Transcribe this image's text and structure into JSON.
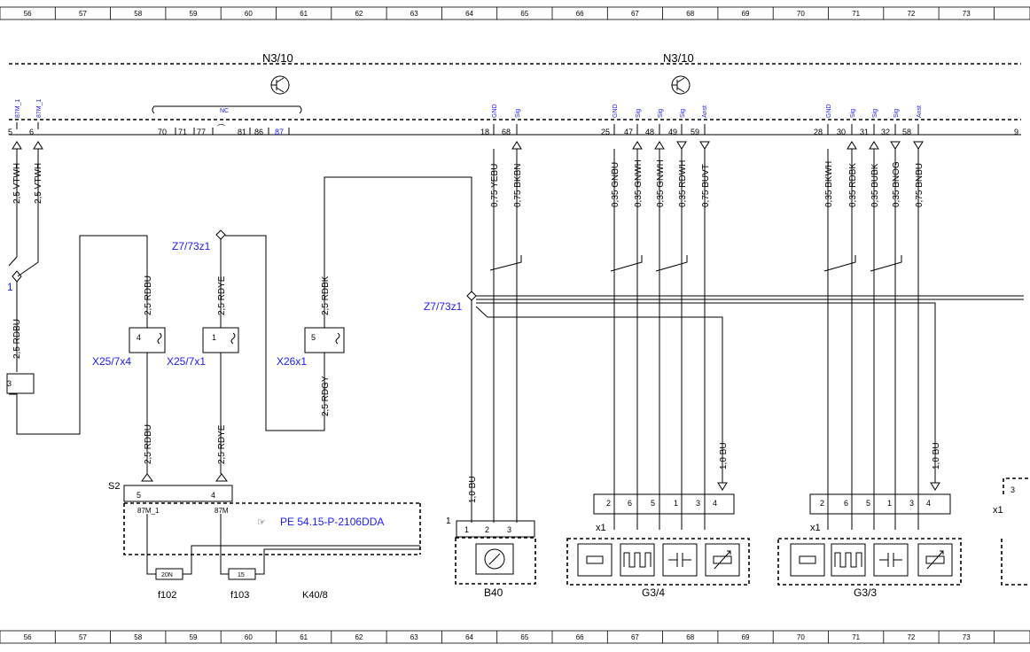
{
  "grid_columns": [
    "56",
    "57",
    "58",
    "59",
    "60",
    "61",
    "62",
    "63",
    "64",
    "65",
    "66",
    "67",
    "68",
    "69",
    "70",
    "71",
    "72",
    "73"
  ],
  "modules": {
    "left": "N3/10",
    "right": "N3/10"
  },
  "pins": {
    "p5": "5",
    "p6": "6",
    "p70": "70",
    "p71": "71",
    "p77": "77",
    "p81": "81",
    "p86": "86",
    "p87": "87",
    "p18": "18",
    "p68": "68",
    "p25": "25",
    "p47": "47",
    "p48": "48",
    "p49": "49",
    "p59": "59",
    "p28": "28",
    "p30": "30",
    "p31": "31",
    "p32": "32",
    "p58": "58",
    "p9": "9"
  },
  "pin_labels": {
    "l87m1a": "87M_1",
    "l87m1b": "87M_1",
    "nc": "NC",
    "gnd": "GND",
    "sig": "Sig",
    "anst": "Anst"
  },
  "wires": {
    "w_vtwh1": "2,5 VTWH",
    "w_vtwh2": "2,5 VTWH",
    "w_rdbu_left": "2,5 RDBU",
    "w_rdbu_top": "2,5 RDBU",
    "w_rdye_top": "2,5 RDYE",
    "w_rdbk": "2,5 RDBK",
    "w_rdbu_bot": "2,5 RDBU",
    "w_rdye_bot": "2,5 RDYE",
    "w_rdgy": "2,5 RDGY",
    "w_yebu": "0,75 YEBU",
    "w_bkbn": "0,75 BKBN",
    "w_gnbu": "0,35 GNBU",
    "w_gnwh1": "0,35 GNWH",
    "w_gnwh2": "0,35 GNWH",
    "w_rdwh": "0,35 RDWH",
    "w_buvt": "0,75 BUVT",
    "w_bkwh": "0,35 BKWH",
    "w_rdbk2": "0,35 RDBK",
    "w_bubk": "0,35 BUBK",
    "w_bnog": "0,35 BNOG",
    "w_bnbu": "0,75 BNBU",
    "w_10bu_a": "1,0 BU",
    "w_10bu_b": "1,0 BU",
    "w_10bu_c": "1,0 BU"
  },
  "refs": {
    "z7_73z1_top": "Z7/73z1",
    "z7_73z1_mid": "Z7/73z1",
    "x25_7x4": "X25/7x4",
    "x25_7x1": "X25/7x1",
    "x26x1": "X26x1",
    "left_node": "1"
  },
  "connectors": {
    "c4": "4",
    "c1": "1",
    "c5": "5",
    "s2_5": "5",
    "s2_4": "4",
    "left3": "3"
  },
  "s2": {
    "label": "S2",
    "pin87m1": "87M_1",
    "pin87m": "87M"
  },
  "pe_ref": "PE 54.15-P-2106DDA",
  "fuses": {
    "f102": "f102",
    "f103": "f103",
    "v102": "20N",
    "v103": "15"
  },
  "k40": "K40/8",
  "b40": {
    "label": "B40",
    "num": "1",
    "p1": "1",
    "p2": "2",
    "p3": "3"
  },
  "g34": {
    "label": "G3/4",
    "x": "x1",
    "pins": [
      "2",
      "6",
      "5",
      "1",
      "3",
      "4"
    ]
  },
  "g33": {
    "label": "G3/3",
    "x": "x1",
    "pins": [
      "2",
      "6",
      "5",
      "1",
      "3",
      "4"
    ]
  },
  "right_edge": {
    "x": "x1",
    "pin": "3"
  }
}
